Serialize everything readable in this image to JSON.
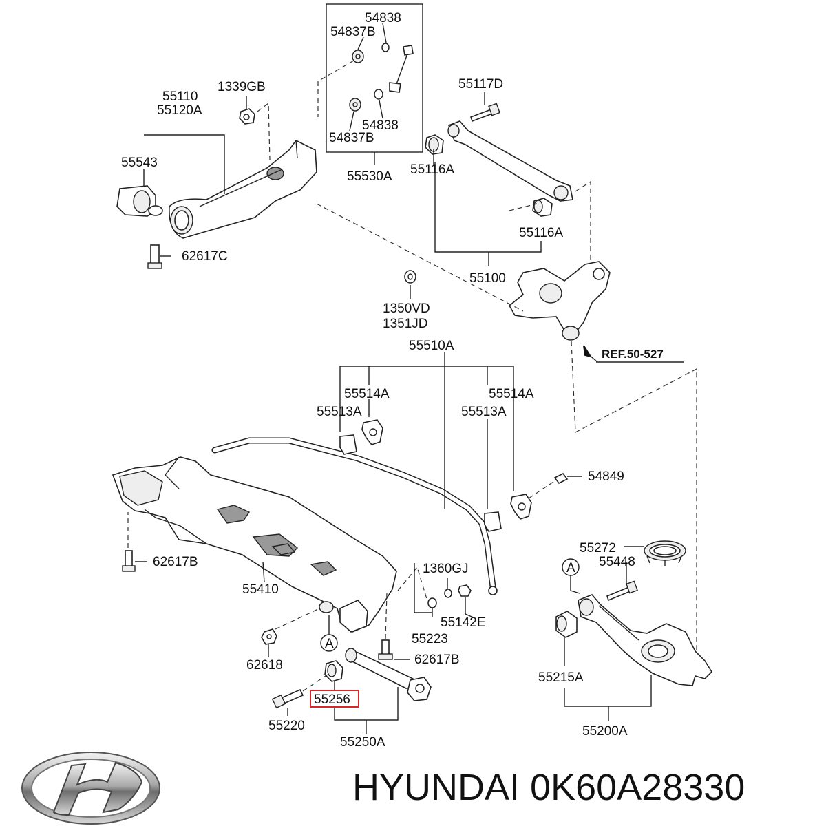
{
  "parts": {
    "p54838_top": "54838",
    "p54837B_top": "54837B",
    "p55110": "55110",
    "p55120A": "55120A",
    "p1339GB": "1339GB",
    "p55117D": "55117D",
    "p55543": "55543",
    "p54838_bot": "54838",
    "p54837B_bot": "54837B",
    "p55116A_1": "55116A",
    "p55530A": "55530A",
    "p55116A_2": "55116A",
    "p62617C": "62617C",
    "p55100": "55100",
    "p1350VD": "1350VD",
    "p1351JD": "1351JD",
    "ref": "REF.50-527",
    "p55510A": "55510A",
    "p55514A_1": "55514A",
    "p55514A_2": "55514A",
    "p55513A_1": "55513A",
    "p55513A_2": "55513A",
    "p54849": "54849",
    "p55272": "55272",
    "p55448": "55448",
    "p62617B_1": "62617B",
    "p1360GJ": "1360GJ",
    "p55410": "55410",
    "p55142E": "55142E",
    "p55223": "55223",
    "p62618": "62618",
    "p62617B_2": "62617B",
    "p55215A": "55215A",
    "p55256": "55256",
    "p55220": "55220",
    "p55250A": "55250A",
    "p55200A": "55200A",
    "circle_a1": "A",
    "circle_a2": "A"
  },
  "highlight_color": "#d62828",
  "brand_icon": "hyundai-logo-icon",
  "footer": {
    "title": "HYUNDAI 0K60A28330"
  }
}
